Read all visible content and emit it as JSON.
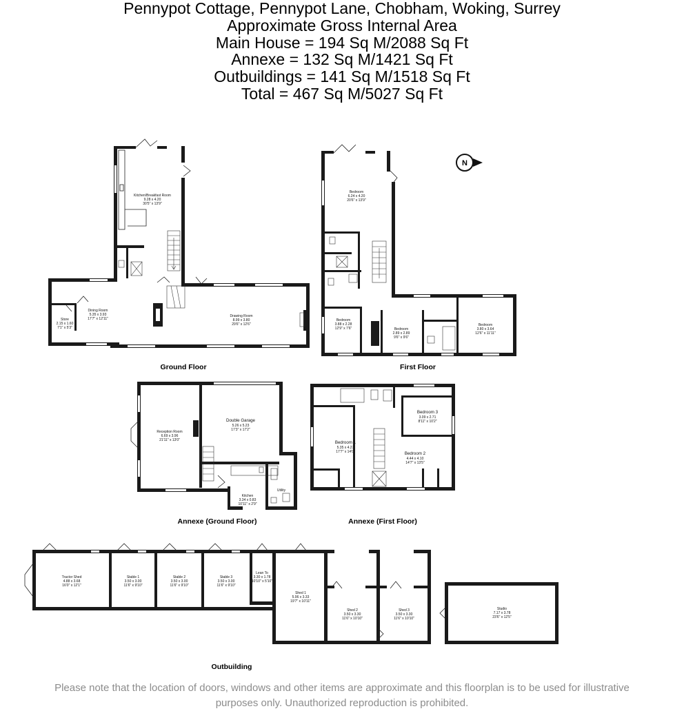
{
  "header": {
    "lines": [
      "Pennypot Cottage, Pennypot Lane, Chobham, Woking, Surrey",
      "Approximate Gross Internal Area",
      "Main House = 194 Sq M/2088 Sq Ft",
      "Annexe = 132 Sq M/1421 Sq Ft",
      "Outbuildings = 141 Sq M/1518 Sq Ft",
      "Total = 467 Sq M/5027 Sq Ft"
    ]
  },
  "compass": {
    "letter": "N",
    "icon": "north-arrow-icon"
  },
  "floors": {
    "ground": "Ground Floor",
    "first": "First Floor",
    "annexe_ground": "Annexe (Ground Floor)",
    "annexe_first": "Annexe (First Floor)",
    "outbuilding": "Outbuilding"
  },
  "rooms": {
    "kitchen_breakfast": {
      "name": "Kitchen/Breakfast Room",
      "metric": "9.28 x 4.20",
      "imperial": "30'5\" x 13'9\""
    },
    "dining": {
      "name": "Dining Room",
      "metric": "5.35 x 3.93",
      "imperial": "17'7\" x 12'11\""
    },
    "store": {
      "name": "Store",
      "metric": "2.15 x 1.60",
      "imperial": "7'1\" x 5'3\""
    },
    "drawing": {
      "name": "Drawing Room",
      "metric": "8.99 x 3.80",
      "imperial": "29'6\" x 12'6\""
    },
    "bedroom_top": {
      "name": "Bedroom",
      "metric": "6.24 x 4.20",
      "imperial": "20'6\" x 13'9\""
    },
    "bedroom_a": {
      "name": "Bedroom",
      "metric": "3.88 x 2.28",
      "imperial": "12'9\" x 7'6\""
    },
    "bedroom_b": {
      "name": "Bedroom",
      "metric": "2.89 x 2.89",
      "imperial": "9'6\" x 9'6\""
    },
    "bedroom_c": {
      "name": "Bedroom",
      "metric": "3.80 x 3.64",
      "imperial": "12'6\" x 11'11\""
    },
    "reception": {
      "name": "Reception Room",
      "metric": "6.69 x 3.96",
      "imperial": "21'11\" x 13'0\""
    },
    "double_garage": {
      "name": "Double Garage",
      "metric": "5.26 x 5.23",
      "imperial": "17'3\" x 17'2\""
    },
    "annexe_kitchen": {
      "name": "Kitchen",
      "metric": "3.34 x 0.83",
      "imperial": "10'11\" x 2'9\""
    },
    "utility": {
      "name": "Utility"
    },
    "annexe_bed1": {
      "name": "Bedroom 1",
      "metric": "5.35 x 4.27",
      "imperial": "17'7\" x 14'0\""
    },
    "annexe_bed2": {
      "name": "Bedroom 2",
      "metric": "4.44 x 4.10",
      "imperial": "14'7\" x 13'5\""
    },
    "annexe_bed3": {
      "name": "Bedroom 3",
      "metric": "3.09 x 2.71",
      "imperial": "8'11\" x 10'2\""
    },
    "tractor_shed": {
      "name": "Tractor Shed",
      "metric": "4.88 x 3.68",
      "imperial": "16'0\" x 12'1\""
    },
    "stable1": {
      "name": "Stable 1",
      "metric": "3.50 x 3.00",
      "imperial": "11'6\" x 9'10\""
    },
    "stable2": {
      "name": "Stable 2",
      "metric": "3.50 x 3.00",
      "imperial": "11'6\" x 9'10\""
    },
    "stable3": {
      "name": "Stable 3",
      "metric": "3.50 x 3.00",
      "imperial": "11'6\" x 9'10\""
    },
    "lean_to": {
      "name": "Lean To",
      "metric": "3.30 x 1.78",
      "imperial": "10'10\" x 5'10\""
    },
    "shed1": {
      "name": "Shed 1",
      "metric": "5.96 x 3.33",
      "imperial": "19'7\" x 10'11\""
    },
    "shed2": {
      "name": "Shed 2",
      "metric": "3.50 x 3.30",
      "imperial": "11'6\" x 10'10\""
    },
    "shed3": {
      "name": "Shed 3",
      "metric": "3.50 x 3.30",
      "imperial": "11'6\" x 10'10\""
    },
    "studio": {
      "name": "Studio",
      "metric": "7.17 x 3.78",
      "imperial": "23'6\" x 12'5\""
    }
  },
  "footer": {
    "line1": "Please note that the location of doors, windows and other items are approximate and this floorplan is to be used for illustrative",
    "line2": "purposes only. Unauthorized reproduction is prohibited."
  }
}
